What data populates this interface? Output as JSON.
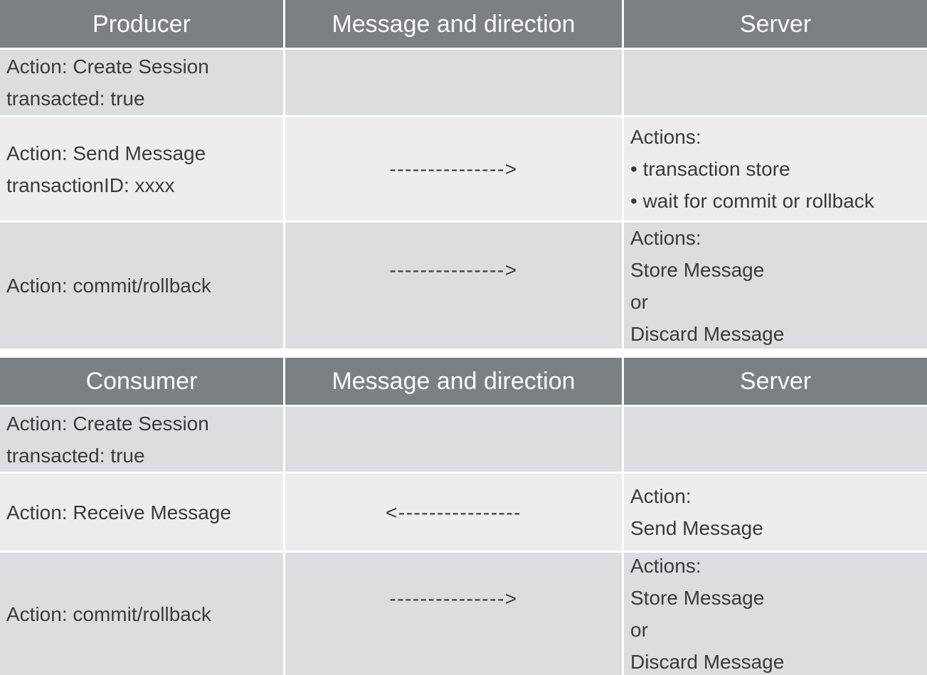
{
  "colors": {
    "header_bg": "#7c8084",
    "header_text": "#fafafa",
    "row_dark": "#dcddde",
    "row_light": "#ededee",
    "body_text": "#3b3b3b",
    "separator": "#ffffff"
  },
  "tables": [
    {
      "id": "producer-flow",
      "headers": [
        "Producer",
        "Message and direction",
        "Server"
      ],
      "rows": [
        {
          "actor_lines": [
            "Action: Create Session",
            "transacted: true"
          ],
          "direction": "",
          "server_lines": []
        },
        {
          "actor_lines": [
            "Action: Send Message",
            "transactionID: xxxx"
          ],
          "direction": "--------------->",
          "server_lines": [
            "Actions:",
            "• transaction store",
            "• wait for commit or rollback"
          ]
        },
        {
          "actor_lines": [
            "Action: commit/rollback"
          ],
          "direction": "--------------->",
          "server_lines": [
            "Actions:",
            "Store Message",
            "or",
            "Discard Message"
          ]
        }
      ]
    },
    {
      "id": "consumer-flow",
      "headers": [
        "Consumer",
        "Message and direction",
        "Server"
      ],
      "rows": [
        {
          "actor_lines": [
            "Action: Create Session",
            "transacted: true"
          ],
          "direction": "",
          "server_lines": []
        },
        {
          "actor_lines": [
            "Action: Receive Message"
          ],
          "direction": "<----------------",
          "server_lines": [
            "Action:",
            "Send Message"
          ]
        },
        {
          "actor_lines": [
            "Action: commit/rollback"
          ],
          "direction": "--------------->",
          "server_lines": [
            "Actions:",
            "Store Message",
            "or",
            "Discard Message"
          ]
        }
      ]
    }
  ]
}
